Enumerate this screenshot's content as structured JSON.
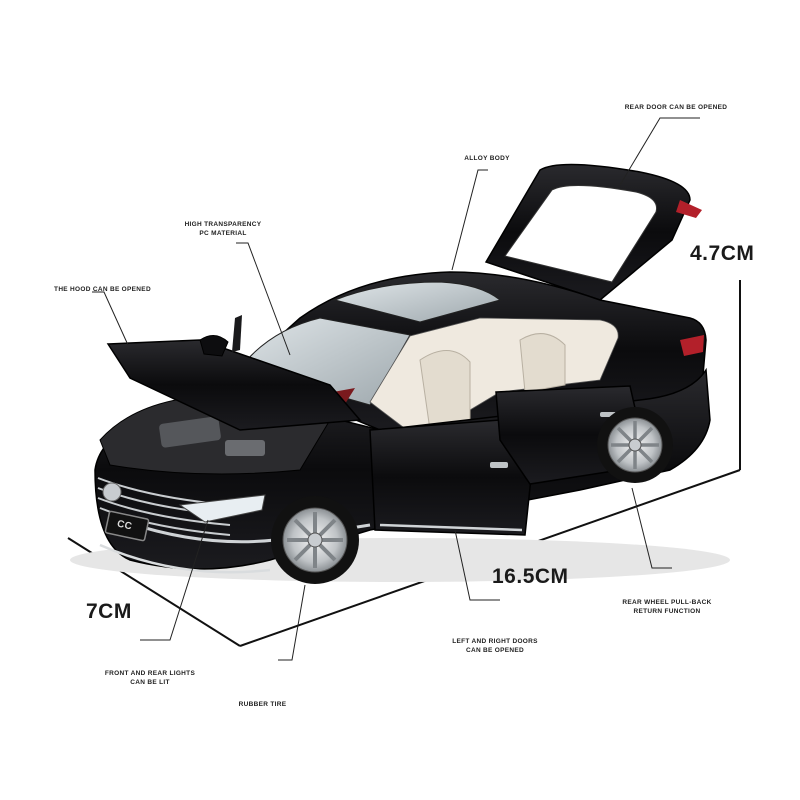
{
  "product": {
    "plate_text": "CC",
    "body_color": "#0d0d0f",
    "interior_color": "#efe9df"
  },
  "callouts": {
    "rear_door": "REAR DOOR CAN BE OPENED",
    "alloy_body": "ALLOY BODY",
    "pc_material": "HIGH TRANSPARENCY\nPC MATERIAL",
    "hood": "THE HOOD CAN BE OPENED",
    "rear_wheel": "REAR WHEEL PULL-BACK\nRETURN FUNCTION",
    "doors": "LEFT AND RIGHT DOORS\nCAN BE OPENED",
    "lights": "FRONT AND REAR LIGHTS\nCAN BE LIT",
    "tire": "RUBBER TIRE"
  },
  "dimensions": {
    "height": "4.7CM",
    "length": "16.5CM",
    "width": "7CM"
  }
}
